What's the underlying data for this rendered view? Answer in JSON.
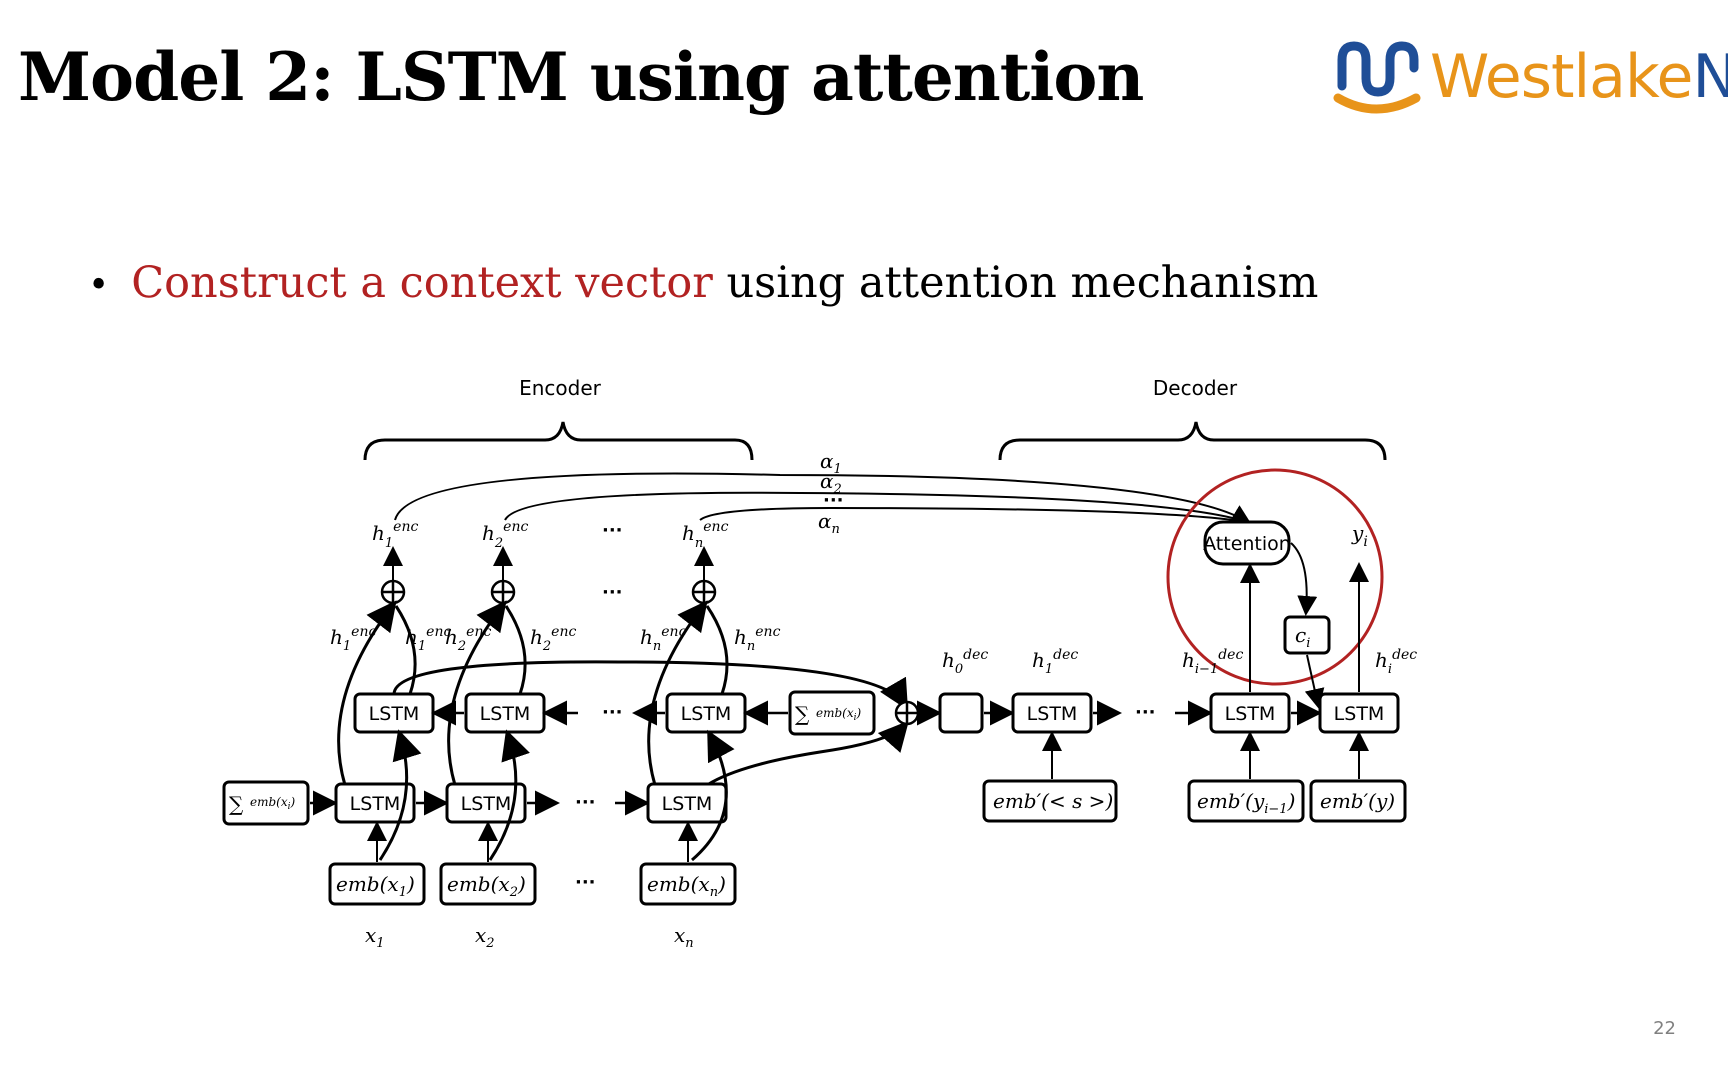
{
  "slide": {
    "title": "Model 2: LSTM using attention",
    "page_number": "22",
    "bullet": {
      "highlight": "Construct a context vector",
      "rest": " using attention mechanism"
    },
    "logo": {
      "text_main": "Westlake",
      "text_last": "N",
      "icon": "westlake-nlp-logo-icon"
    }
  },
  "diagram": {
    "encoder_label": "Encoder",
    "decoder_label": "Decoder",
    "lstm_label": "LSTM",
    "attention_label": "Attention",
    "ellipsis": "···",
    "colors": {
      "highlight_circle": "#b22222",
      "logo_orange": "#e8941a",
      "logo_blue": "#1f4e97"
    }
  }
}
